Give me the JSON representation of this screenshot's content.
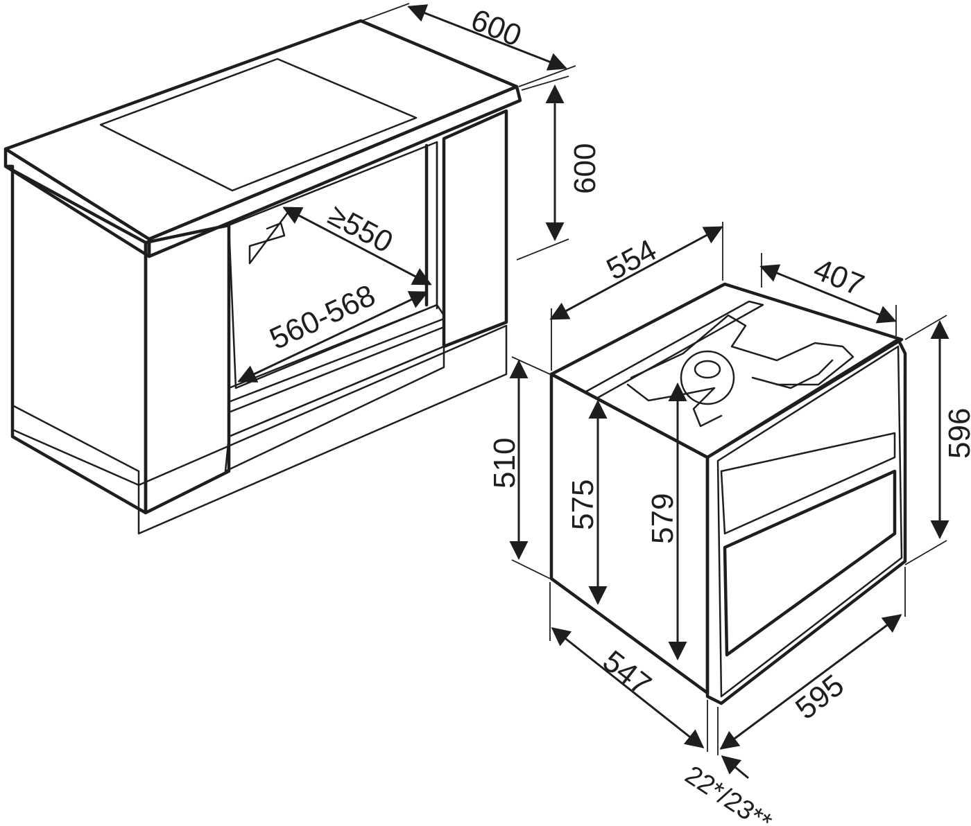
{
  "colors": {
    "line": "#1e1e1e",
    "panel_fill": "#e4e5e5",
    "top_fill": "#dfe0e0",
    "hob_fill": "#c9caca",
    "window_fill": "#cfd0d0",
    "background": "#ffffff"
  },
  "cabinet": {
    "worktop_depth": "600",
    "worktop_height": "600",
    "niche_depth": "≥550",
    "niche_width": "560-568"
  },
  "oven": {
    "depth_top": "554",
    "top_panel_depth": "407",
    "front_height": "596",
    "body_height": "510",
    "niche_height": "575",
    "inner_height": "579",
    "body_depth": "547",
    "front_width": "595",
    "front_thickness": "22*/23**"
  }
}
